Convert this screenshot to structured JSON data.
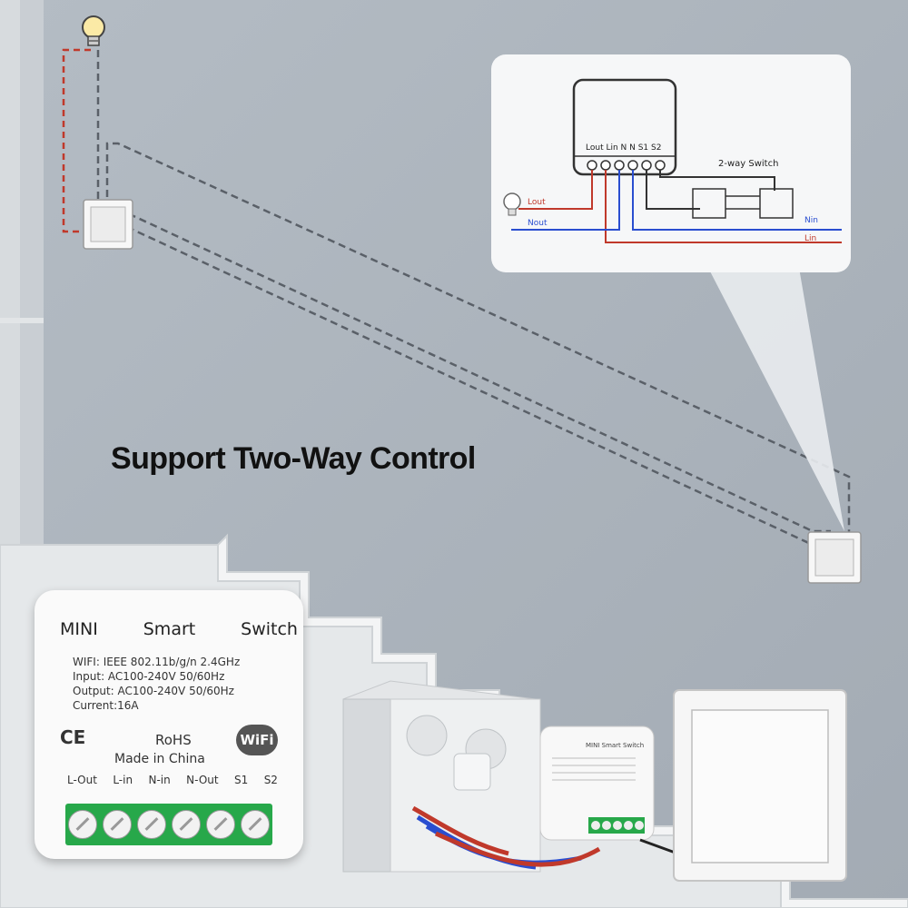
{
  "headline": "Support Two-Way Control",
  "module": {
    "title_words": [
      "MINI",
      "Smart",
      "Switch"
    ],
    "specs": [
      "WIFI: IEEE 802.11b/g/n 2.4GHz",
      "Input: AC100-240V 50/60Hz",
      "Output:  AC100-240V 50/60Hz",
      "Current:16A"
    ],
    "ce": "CE",
    "rohs": "RoHS",
    "made_in": "Made in China",
    "wifi_badge": "WiFi",
    "terminals": [
      "L-Out",
      "L-in",
      "N-in",
      "N-Out",
      "S1",
      "S2"
    ]
  },
  "diagram": {
    "terminal_header": "Lout Lin  N   N  S1  S2",
    "switch_label": "2-way Switch",
    "lout": "Lout",
    "nout": "Nout",
    "nin": "Nin",
    "lin": "Lin"
  },
  "colors": {
    "wall": "#a9b1ba",
    "stairs": "#e8eaec",
    "terminal_green": "#27a84a",
    "live_wire": "#c0392b",
    "neutral_wire": "#2a4ed0"
  },
  "icons": [
    "light-bulb-icon",
    "wall-switch-icon",
    "wifi-icon",
    "ce-mark-icon"
  ]
}
